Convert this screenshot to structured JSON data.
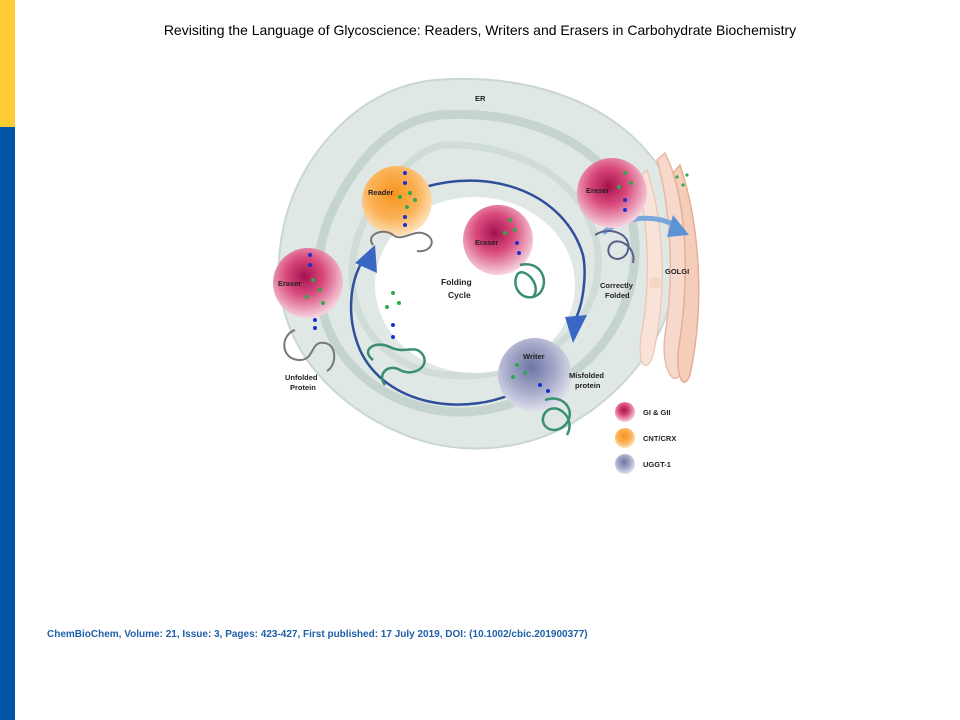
{
  "slide": {
    "title": "Revisiting the Language of Glycoscience: Readers, Writers and Erasers in Carbohydrate Biochemistry",
    "citation": "ChemBioChem, Volume: 21, Issue: 3, Pages: 423-427, First published: 17 July 2019, DOI: (10.1002/cbic.201900377)"
  },
  "figure": {
    "er_label": "ER",
    "golgi_label": "GOLGI",
    "center_label_1": "Folding",
    "center_label_2": "Cycle",
    "reader_label": "Reader",
    "eraser_labels": [
      "Eraser",
      "Eraser",
      "Eraser"
    ],
    "writer_label": "Writer",
    "unfolded_1": "Unfolded",
    "unfolded_2": "Protein",
    "correct_1": "Correctly",
    "correct_2": "Folded",
    "misfolded_1": "Misfolded",
    "misfolded_2": "protein",
    "legend": [
      {
        "label": "GI & GII",
        "color": "#c2185b"
      },
      {
        "label": "CNT/CRX",
        "color": "#f7931e"
      },
      {
        "label": "UGGT-1",
        "color": "#8a8fb8"
      }
    ]
  }
}
